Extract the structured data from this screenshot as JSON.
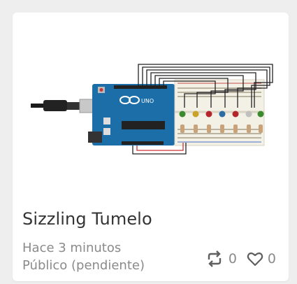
{
  "card": {
    "title": "Sizzling Tumelo",
    "modified": "Hace 3 minutos",
    "visibility": "Público (pendiente)",
    "stats": {
      "copies": "0",
      "likes": "0"
    }
  },
  "board": {
    "logo_text": "UNO"
  },
  "icons": [
    "copy-icon",
    "heart-icon"
  ],
  "colors": {
    "board": "#1b6ea8",
    "breadboard": "#f3f0e6",
    "leds": [
      "#3c8a2e",
      "#c9a227",
      "#b5262b",
      "#2d6ca3",
      "#b5262b",
      "#c0c0c0",
      "#3c8a2e"
    ]
  }
}
